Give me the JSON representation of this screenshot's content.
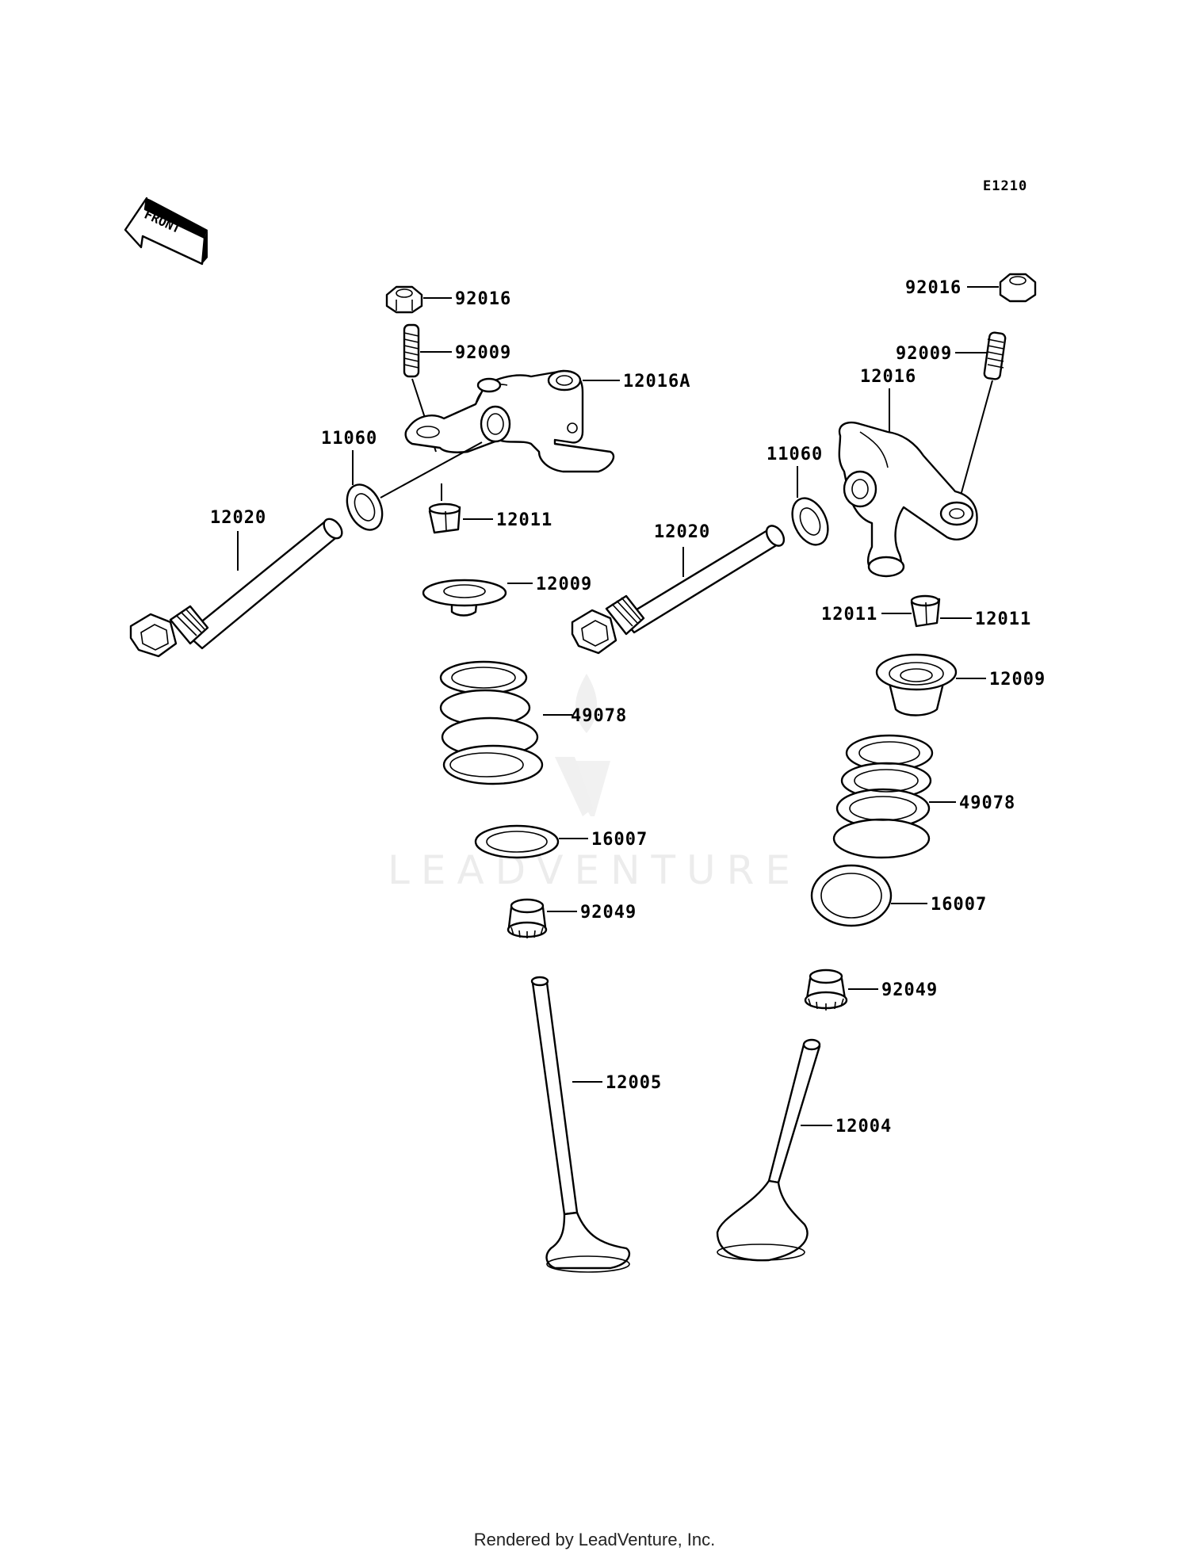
{
  "diagram_code": "E1210",
  "front_arrow_label": "FRONT",
  "watermark": "LEADVENTURE",
  "footer": "Rendered by LeadVenture, Inc.",
  "labels": {
    "nut_left": "92016",
    "adjuster_left": "92009",
    "rocker_arm_left": "12016A",
    "oring_left": "11060",
    "shaft_left": "12020",
    "cotter_left": "12011",
    "retainer_left": "12009",
    "spring_left": "49078",
    "seat_left": "16007",
    "seal_left": "92049",
    "valve_left": "12005",
    "nut_right": "92016",
    "adjuster_right": "92009",
    "rocker_arm_right": "12016",
    "oring_right": "11060",
    "shaft_right": "12020",
    "cotter_right_a": "12011",
    "cotter_right_b": "12011",
    "retainer_right": "12009",
    "spring_right": "49078",
    "seat_right": "16007",
    "seal_right": "92049",
    "valve_right": "12004"
  }
}
